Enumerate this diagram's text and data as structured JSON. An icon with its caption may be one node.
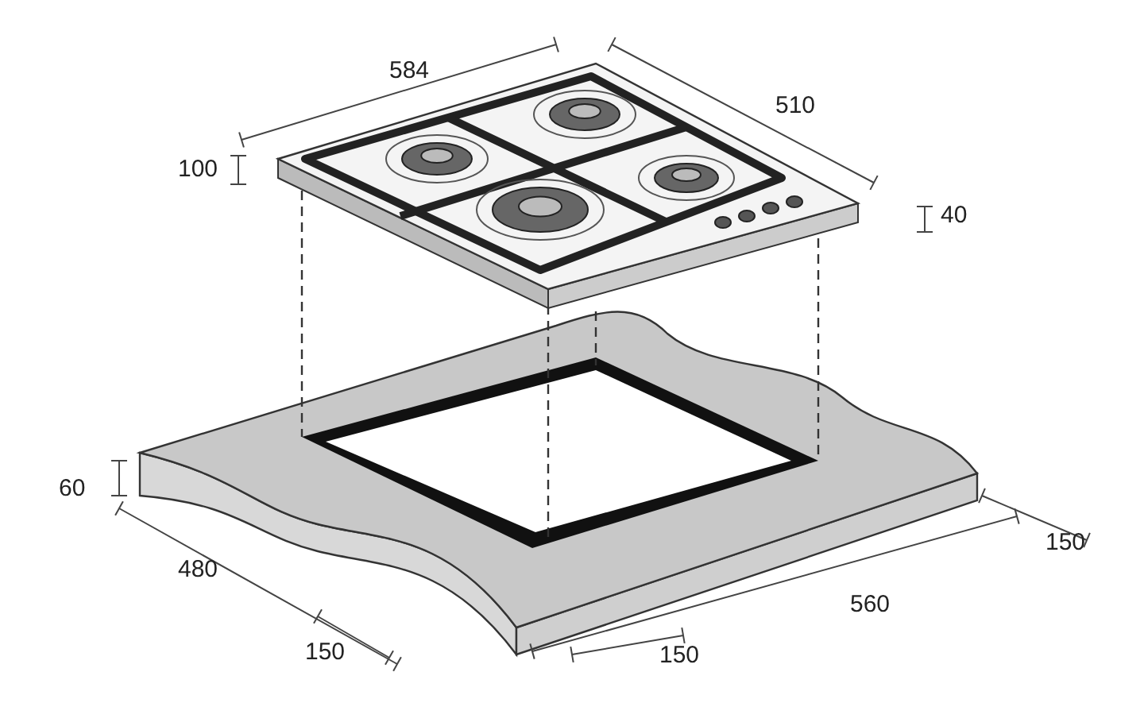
{
  "diagram": {
    "labels": [
      "584",
      "510",
      "100",
      "40",
      "60",
      "150",
      "480",
      "560",
      "150",
      "150"
    ]
  }
}
